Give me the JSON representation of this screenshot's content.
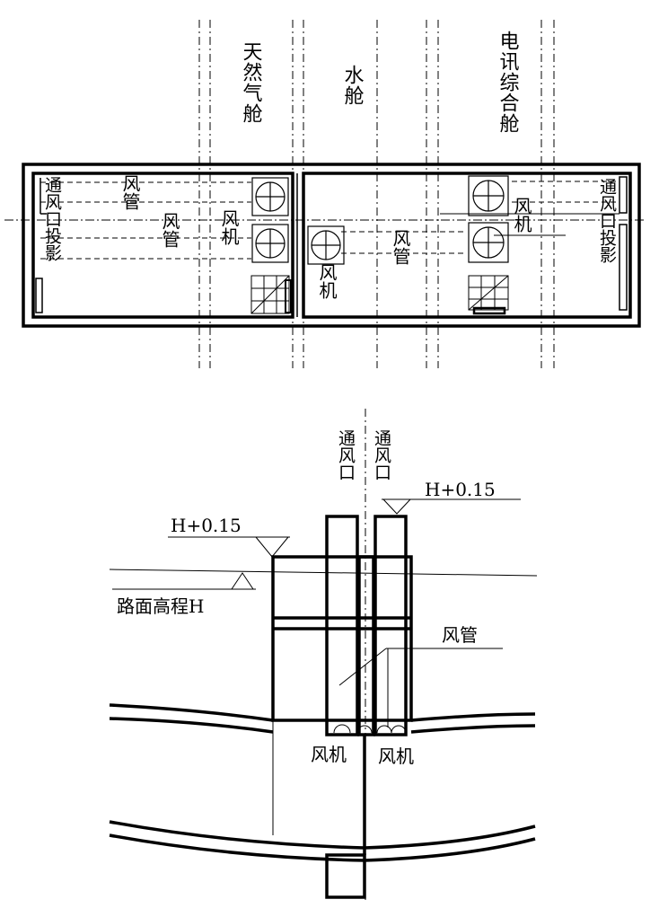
{
  "plan": {
    "compartments": {
      "gas": "天然气舱",
      "water": "水舱",
      "telecom": "电讯综合舱"
    },
    "labels": {
      "duct_a": "风管",
      "duct_b": "风管",
      "duct_c": "风管",
      "fan_a": "风机",
      "fan_b": "风机",
      "fan_c": "风机",
      "vent_proj_left": "通风口投影",
      "vent_proj_right": "通风口投影"
    }
  },
  "section": {
    "labels": {
      "vent_left": "通风口",
      "vent_right": "通风口",
      "elev_left": "H+0.15",
      "elev_right": "H+0.15",
      "road": "路面高程H",
      "duct": "风管",
      "fan_left": "风机",
      "fan_right": "风机"
    }
  }
}
